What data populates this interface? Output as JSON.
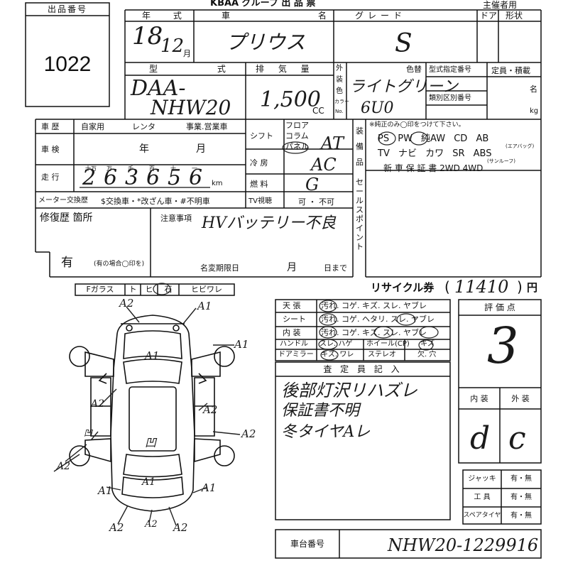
{
  "header": {
    "lot_label": "出品番号",
    "lot_number": "1022",
    "top_title": "KBAA グループ 出 品 票",
    "organizer": "主催者用"
  },
  "vehicle": {
    "year_label": "年 式",
    "year_value": "18",
    "month_value": "12",
    "month_suffix": "月",
    "car_label": "車 名",
    "car_value": "プリウス",
    "grade_label": "グレード",
    "grade_value": "S",
    "doors_label": "ドア",
    "shape_label": "形状",
    "model_label": "型 式",
    "model_value_1": "DAA-",
    "model_value_2": "NHW20",
    "displacement_label": "排 気 量",
    "displacement_value": "1,500",
    "displacement_unit": "CC",
    "color_side_label_1": "外",
    "color_side_label_2": "装",
    "color_side_label_3": "色",
    "color_side_label_4": "カラー",
    "color_side_label_5": "No.",
    "color_label": "色替",
    "color_value": "ライトグリーン",
    "color_code": "6U0",
    "type_designation_label": "型式指定番号",
    "category_label": "類別区別番号",
    "capacity_label": "定員・積載",
    "capacity_unit_1": "名",
    "capacity_unit_2": "kg"
  },
  "history": {
    "history_label": "車 歴",
    "history_opt_1": "自家用",
    "history_opt_2": "レンタ",
    "history_opt_3": "事業.営業車",
    "inspection_label": "車 検",
    "inspection_year": "年",
    "inspection_month": "月",
    "mileage_label": "走 行",
    "mileage_places": [
      "十万",
      "万",
      "千",
      "百",
      "十",
      "一"
    ],
    "mileage_digits": [
      "2",
      "6",
      "3",
      "6",
      "5",
      "6"
    ],
    "mileage_unit": "km",
    "meter_label": "メーター交換歴",
    "meter_options": "$交換車・*改ざん車・#不明車"
  },
  "drivetrain": {
    "floor_label": "フロア",
    "column_label": "コラム",
    "panel_label": "パネル",
    "shift_label": "シフト",
    "shift_value": "AT",
    "ac_label": "冷 房",
    "ac_value": "AC",
    "fuel_label": "燃 料",
    "fuel_value": "G",
    "tv_label": "TV視聴",
    "tv_options": "可 ・ 不可"
  },
  "equipment": {
    "side_label": "装備品",
    "note": "※純正のみ◯印をつけて下さい。",
    "row1": "PS  PW  純AW  CD  AB",
    "row1_sub": "(エアバッグ)",
    "row2": "TV  ナビ  カワ  SR  ABS",
    "row2_sub": "(サンルーフ)",
    "row3": "新 車 保 証 書   2WD   4WD"
  },
  "sales_point_label": "セールスポイント",
  "repair": {
    "label": "修復歴 箇所",
    "value": "有",
    "note": "(有の場合◯印を)",
    "caution_label": "注意事項",
    "caution_value": "HVバッテリー不良",
    "name_change_label": "名変期限日",
    "name_change_month": "月",
    "name_change_day": "日まで"
  },
  "glass": {
    "cells": [
      "Fガラス",
      "ト",
      "ヒ",
      "石",
      "ヒビワレ"
    ]
  },
  "damage_marks": [
    "A2",
    "A1",
    "A1",
    "A1",
    "A2",
    "A2",
    "A2",
    "A2",
    "A1",
    "A1",
    "A1",
    "A2",
    "A2",
    "A2",
    "凹",
    "凹"
  ],
  "interior": {
    "rows": [
      {
        "label": "天 張",
        "options": "汚れ. コゲ. キズ. スレ. ヤブレ"
      },
      {
        "label": "シート",
        "options": "汚れ. コゲ. ヘタリ. スレ. ヤブレ"
      },
      {
        "label": "内 装",
        "options": "汚れ. コゲ. キズ. スレ. ヤブレ"
      }
    ],
    "handle_label": "ハンドル",
    "handle_options": "スレ. ハゲ",
    "wheel_label": "ホイール(CP)",
    "wheel_options": "キズ",
    "mirror_label": "ドアミラー",
    "mirror_options": "キズ. ワレ",
    "stereo_label": "ステレオ",
    "stereo_options": "欠. 穴"
  },
  "recycle": {
    "label": "リサイクル券",
    "value": "11410",
    "unit": "円"
  },
  "evaluation": {
    "label": "評 価 点",
    "score": "3",
    "interior_label": "内 装",
    "exterior_label": "外 装",
    "interior_grade": "d",
    "exterior_grade": "c"
  },
  "inspector": {
    "label": "査 定 員 記 入",
    "lines": [
      "後部灯沢リハズレ",
      "保証書不明",
      "冬タイヤAレ"
    ]
  },
  "accessories": [
    {
      "label": "ジャッキ",
      "options": "有・無"
    },
    {
      "label": "工 具",
      "options": "有・無"
    },
    {
      "label": "スペアタイヤ",
      "options": "有・無"
    }
  ],
  "chassis": {
    "label": "車台番号",
    "value": "NHW20-1229916"
  }
}
